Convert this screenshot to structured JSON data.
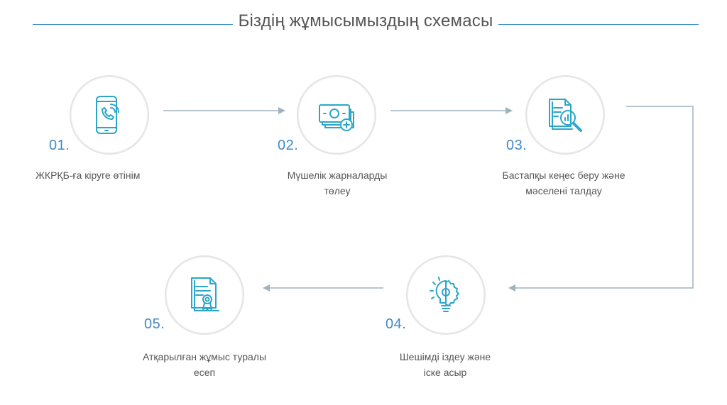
{
  "header": {
    "title": "Біздің жұмысымыздың схемасы"
  },
  "colors": {
    "accent": "#3f8ac6",
    "icon": "#2aa6c9",
    "line": "#9fb3bf",
    "text": "#555555"
  },
  "steps": [
    {
      "number": "01.",
      "label_lines": [
        "ЖКРҚБ-ға кіруге өтінім"
      ],
      "icon": "phone-call-icon"
    },
    {
      "number": "02.",
      "label_lines": [
        "Мүшелік жарналарды",
        "төлеу"
      ],
      "icon": "money-plus-icon"
    },
    {
      "number": "03.",
      "label_lines": [
        "Бастапқы кеңес беру және",
        "мәселені талдау"
      ],
      "icon": "document-search-icon"
    },
    {
      "number": "04.",
      "label_lines": [
        "Шешімді іздеу және",
        "іске асыр"
      ],
      "icon": "lightbulb-gear-icon"
    },
    {
      "number": "05.",
      "label_lines": [
        "Атқарылған жұмыс туралы",
        "есеп"
      ],
      "icon": "certificate-icon"
    }
  ]
}
